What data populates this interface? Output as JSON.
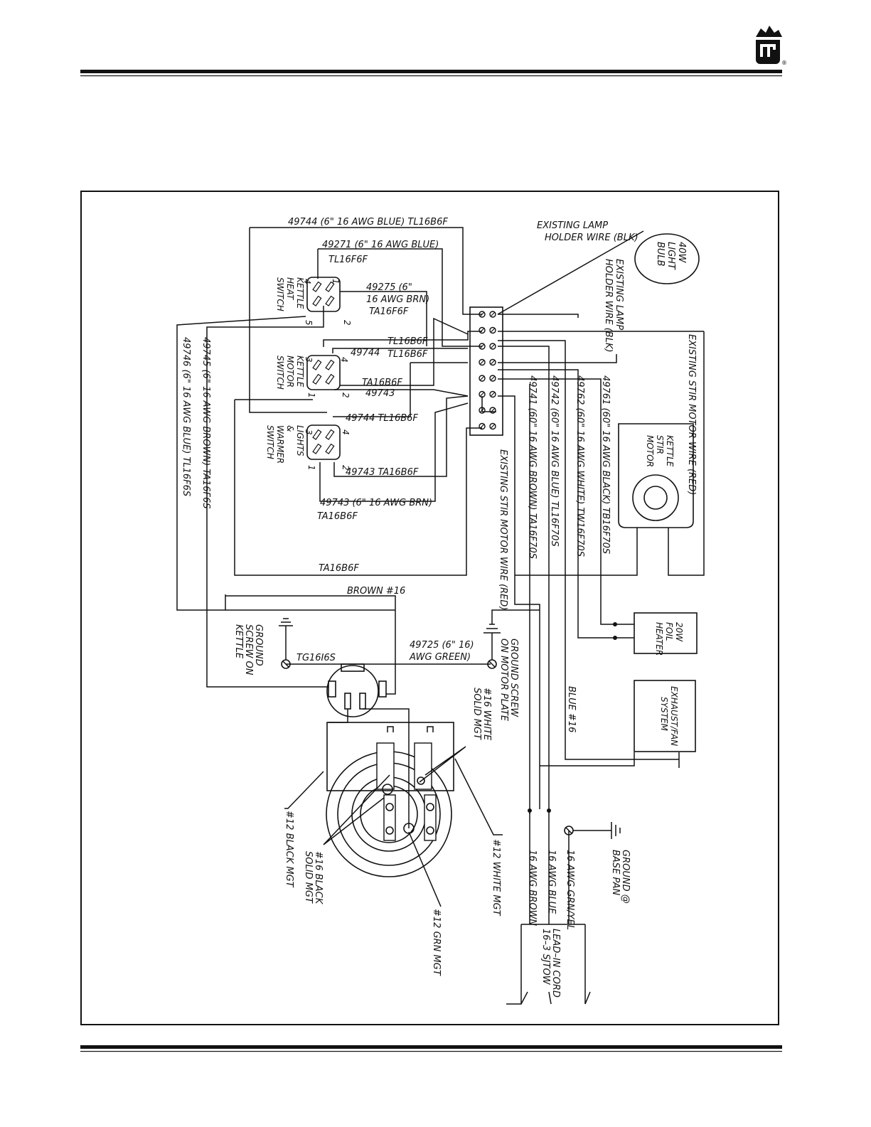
{
  "logo": {
    "trademark": "®"
  },
  "switches": {
    "heat": {
      "lines": [
        "KETTLE",
        "HEAT",
        "SWITCH"
      ],
      "pins": [
        "4",
        "1",
        "5",
        "2"
      ]
    },
    "motor": {
      "lines": [
        "KETTLE",
        "MOTOR",
        "SWITCH"
      ],
      "pins": [
        "3",
        "4",
        "1",
        "2"
      ]
    },
    "lights": {
      "lines": [
        "LIGHTS",
        "&",
        "WARMER",
        "SWITCH"
      ],
      "pins": [
        "3",
        "4",
        "1",
        "2"
      ]
    }
  },
  "wires": {
    "w49744_top": "49744 (6\" 16 AWG BLUE) TL16B6F",
    "w49271": "49271 (6\" 16 AWG BLUE)",
    "tl16f6f": "TL16F6F",
    "w49275": [
      "49275 (6\"",
      "16 AWG BRN)",
      "TA16F6F"
    ],
    "tl16b6f_a": "TL16B6F",
    "w49744_b": "49744",
    "tl16b6f_b": "TL16B6F",
    "ta16b6f_a": "TA16B6F",
    "w49743_a": "49743",
    "w49744_c": "49744  TL16B6F",
    "w49743_c": "49743  TA16B6F",
    "w49743_d": "49743 (6\" 16 AWG BRN)",
    "ta16b6f_d": "TA16B6F",
    "ta16b6f_e": "TA16B6F",
    "w49745": "49745 (6\" 16 AWG BROWN)  TA16F6S",
    "w49746": "49746 (6\" 16 AWG BLUE)   TL16F6S",
    "lamp_wire_top": [
      "EXISTING LAMP",
      "HOLDER WIRE (BLK)"
    ],
    "lamp_wire_side": [
      "EXISTING LAMP",
      "HOLDER WIRE (BLK)"
    ],
    "stir_red_top": "EXISTING STIR MOTOR WIRE (RED)",
    "stir_red_bottom": "EXISTING STIR MOTOR WIRE (RED)",
    "w49741": "49741 (60\" 16 AWG BROWN)    TA16F70S",
    "w49742": "49742 (60\" 16 AWG BLUE)    TL16F70S",
    "w49762": "49762 (60\" 16 AWG WHITE)    TW16F70S",
    "w49761": "49761 (60\" 16 AWG BLACK)   TB16F70S",
    "brown16": "BROWN #16",
    "blue16": "BLUE #16",
    "tg": "TG16I6S",
    "w49725": [
      "49725 (6\" 16)",
      "AWG GREEN)"
    ],
    "white_solid": [
      "#16 WHITE",
      "SOLID MGT"
    ],
    "white12": "#12 WHITE MGT",
    "black12": "#12 BLACK MGT",
    "black_solid": [
      "#16 BLACK",
      "SOLID MGT"
    ],
    "grn12": "#12 GRN MGT",
    "awg_brown": "16 AWG BROWN",
    "awg_blue": "16 AWG BLUE",
    "awg_grn": "16 AWG GRN/YEL"
  },
  "components": {
    "bulb": [
      "40W",
      "LIGHT",
      "BULB"
    ],
    "stir_motor": [
      "KETTLE",
      "STIR",
      "MOTOR"
    ],
    "foil_heater": [
      "20W",
      "FOIL",
      "HEATER"
    ],
    "exhaust": [
      "EXHAUST/FAN",
      "SYSTEM"
    ],
    "ground_kettle": [
      "GROUND",
      "SCREW ON",
      "KETTLE"
    ],
    "ground_motor": [
      "GROUND SCREW",
      "ON MOTOR PLATE"
    ],
    "ground_base": [
      "GROUND @",
      "BASE PAN"
    ],
    "lead_in": [
      "LEAD–IN CORD",
      "16–3 SJTOW"
    ]
  }
}
